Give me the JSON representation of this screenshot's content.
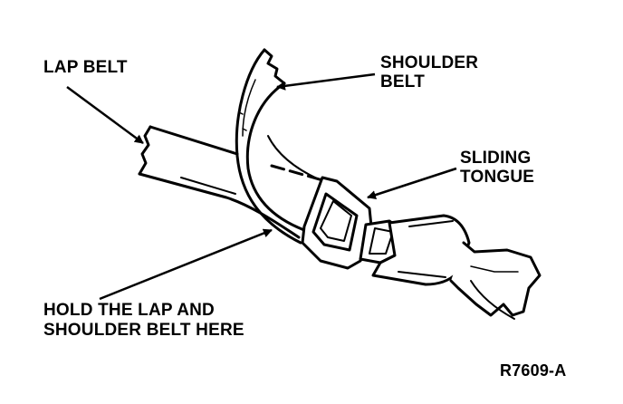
{
  "labels": {
    "lap_belt": "LAP BELT",
    "shoulder_belt_line1": "SHOULDER",
    "shoulder_belt_line2": "BELT",
    "sliding_tongue_line1": "SLIDING",
    "sliding_tongue_line2": "TONGUE",
    "hold_line1": "HOLD THE LAP AND",
    "hold_line2": "SHOULDER BELT HERE"
  },
  "figure_id": "R7609-A",
  "colors": {
    "ink": "#000000",
    "paper": "#ffffff"
  }
}
